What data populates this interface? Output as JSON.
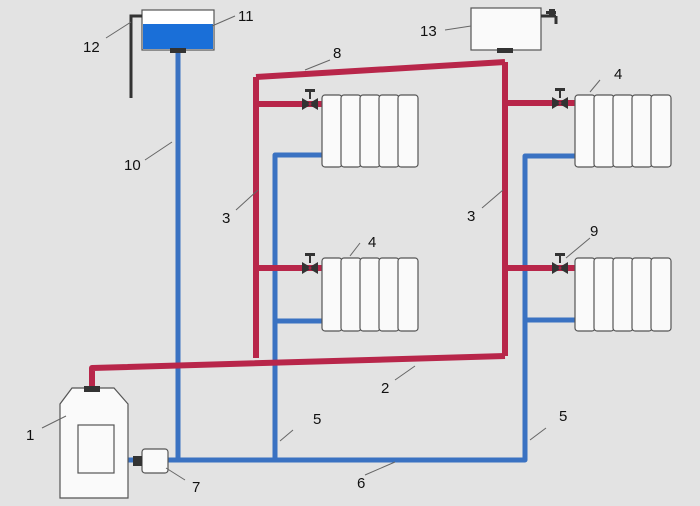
{
  "labels": {
    "boiler": "1",
    "supply_return_line": "2",
    "riser_left": "3",
    "riser_right": "3",
    "radiator_top_right": "4",
    "radiator_mid_left": "4",
    "return_left": "5",
    "return_right": "5",
    "main_return": "6",
    "pump": "7",
    "supply_top": "8",
    "valve_right": "9",
    "expansion_pipe": "10",
    "expansion_tank": "11",
    "overflow_pipe": "12",
    "air_vent_tank": "13"
  },
  "colors": {
    "hot": "#b8264a",
    "cold": "#3a72c2",
    "tank_water": "#1a6fd8"
  }
}
